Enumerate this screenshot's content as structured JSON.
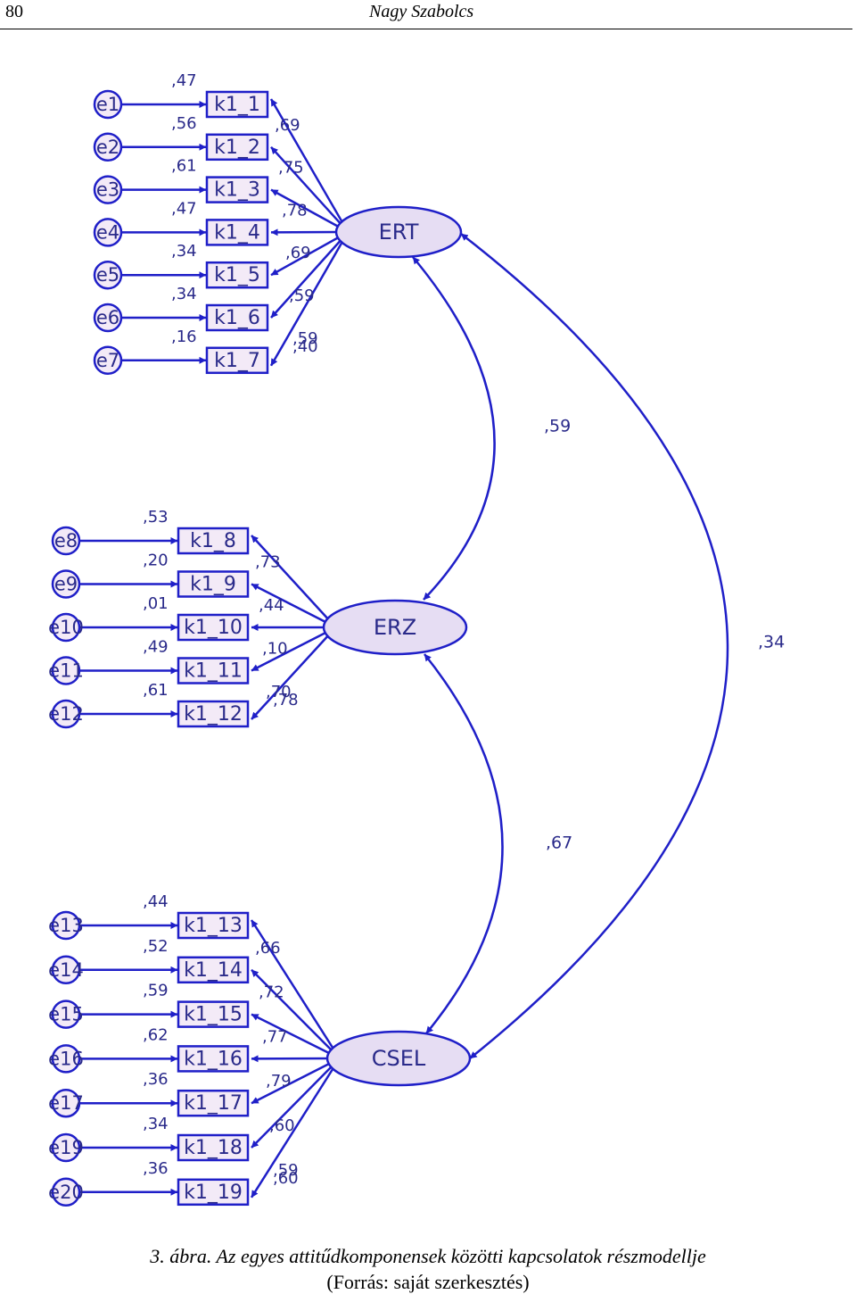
{
  "header": {
    "page_number": "80",
    "running_head": "Nagy Szabolcs"
  },
  "caption": {
    "title": "3. ábra. Az egyes attitűdkomponensek közötti kapcsolatok részmodellje",
    "source": "(Forrás: saját szerkesztés)"
  },
  "colors": {
    "arrow": "#1f1fc8",
    "box_fill": "#f3eaf7",
    "ellipse_fill": "#e6ddf3",
    "label": "#2a2a8a"
  },
  "factors": [
    {
      "id": "ERT",
      "label": "ERT",
      "indicators": [
        {
          "error": "e1",
          "item": "k1_1",
          "r2": ",47",
          "loading": ""
        },
        {
          "error": "e2",
          "item": "k1_2",
          "r2": ",56",
          "loading": ",69"
        },
        {
          "error": "e3",
          "item": "k1_3",
          "r2": ",61",
          "loading": ",75"
        },
        {
          "error": "e4",
          "item": "k1_4",
          "r2": ",47",
          "loading": ",78"
        },
        {
          "error": "e5",
          "item": "k1_5",
          "r2": ",34",
          "loading": ",69"
        },
        {
          "error": "e6",
          "item": "k1_6",
          "r2": ",34",
          "loading": ",59"
        },
        {
          "error": "e7",
          "item": "k1_7",
          "r2": ",16",
          "loading": ",59"
        }
      ],
      "extra_loading": ",40"
    },
    {
      "id": "ERZ",
      "label": "ERZ",
      "indicators": [
        {
          "error": "e8",
          "item": "k1_8",
          "r2": ",53",
          "loading": ""
        },
        {
          "error": "e9",
          "item": "k1_9",
          "r2": ",20",
          "loading": ",73"
        },
        {
          "error": "e10",
          "item": "k1_10",
          "r2": ",01",
          "loading": ",44"
        },
        {
          "error": "e11",
          "item": "k1_11",
          "r2": ",49",
          "loading": ",10"
        },
        {
          "error": "e12",
          "item": "k1_12",
          "r2": ",61",
          "loading": ",70"
        }
      ],
      "extra_loading": ",78"
    },
    {
      "id": "CSEL",
      "label": "CSEL",
      "indicators": [
        {
          "error": "e13",
          "item": "k1_13",
          "r2": ",44",
          "loading": ""
        },
        {
          "error": "e14",
          "item": "k1_14",
          "r2": ",52",
          "loading": ",66"
        },
        {
          "error": "e15",
          "item": "k1_15",
          "r2": ",59",
          "loading": ",72"
        },
        {
          "error": "e16",
          "item": "k1_16",
          "r2": ",62",
          "loading": ",77"
        },
        {
          "error": "e17",
          "item": "k1_17",
          "r2": ",36",
          "loading": ",79"
        },
        {
          "error": "e19",
          "item": "k1_18",
          "r2": ",34",
          "loading": ",60"
        },
        {
          "error": "e20",
          "item": "k1_19",
          "r2": ",36",
          "loading": ",59"
        }
      ],
      "extra_loading": ",60"
    }
  ],
  "correlations": [
    {
      "from": "ERT",
      "to": "ERZ",
      "value": ",59"
    },
    {
      "from": "ERZ",
      "to": "CSEL",
      "value": ",67"
    },
    {
      "from": "ERT",
      "to": "CSEL",
      "value": ",34"
    }
  ]
}
